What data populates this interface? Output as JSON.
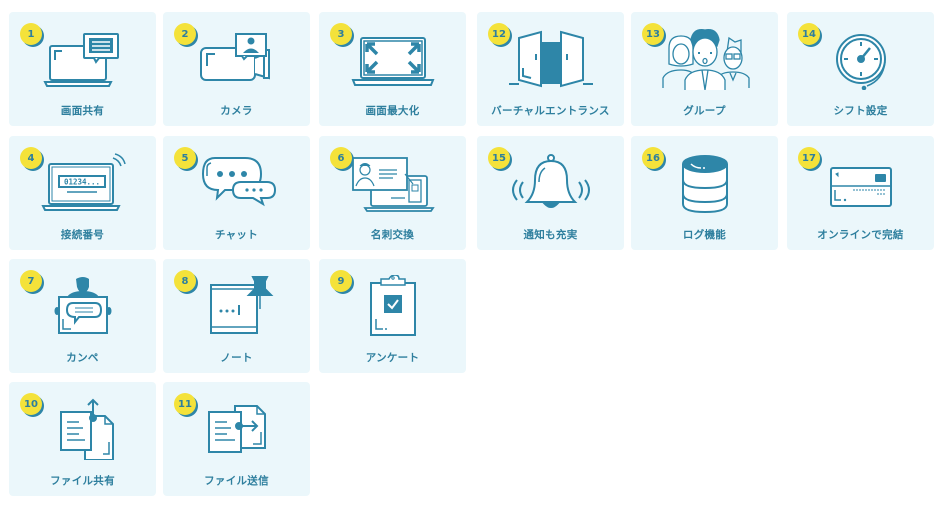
{
  "colors": {
    "card_bg": "#ebf7fb",
    "accent": "#2e86a8",
    "badge_fill": "#f4e23a",
    "label": "#2e7f9e"
  },
  "features": [
    {
      "number": "1",
      "label": "画面共有",
      "icon": "screen-share-icon"
    },
    {
      "number": "2",
      "label": "カメラ",
      "icon": "camera-icon"
    },
    {
      "number": "3",
      "label": "画面最大化",
      "icon": "fullscreen-icon"
    },
    {
      "number": "12",
      "label": "バーチャルエントランス",
      "icon": "door-icon"
    },
    {
      "number": "13",
      "label": "グループ",
      "icon": "group-icon"
    },
    {
      "number": "14",
      "label": "シフト設定",
      "icon": "clock-icon"
    },
    {
      "number": "4",
      "label": "接続番号",
      "icon": "connection-number-icon",
      "screen_text": "01234..."
    },
    {
      "number": "5",
      "label": "チャット",
      "icon": "chat-icon"
    },
    {
      "number": "6",
      "label": "名刺交換",
      "icon": "business-card-icon"
    },
    {
      "number": "15",
      "label": "通知も充実",
      "icon": "bell-icon"
    },
    {
      "number": "16",
      "label": "ログ機能",
      "icon": "database-icon"
    },
    {
      "number": "17",
      "label": "オンラインで完結",
      "icon": "credit-card-icon"
    },
    {
      "number": "7",
      "label": "カンペ",
      "icon": "cue-card-icon"
    },
    {
      "number": "8",
      "label": "ノート",
      "icon": "note-icon"
    },
    {
      "number": "9",
      "label": "アンケート",
      "icon": "survey-icon"
    },
    {
      "number": "10",
      "label": "ファイル共有",
      "icon": "file-share-icon"
    },
    {
      "number": "11",
      "label": "ファイル送信",
      "icon": "file-send-icon"
    }
  ]
}
